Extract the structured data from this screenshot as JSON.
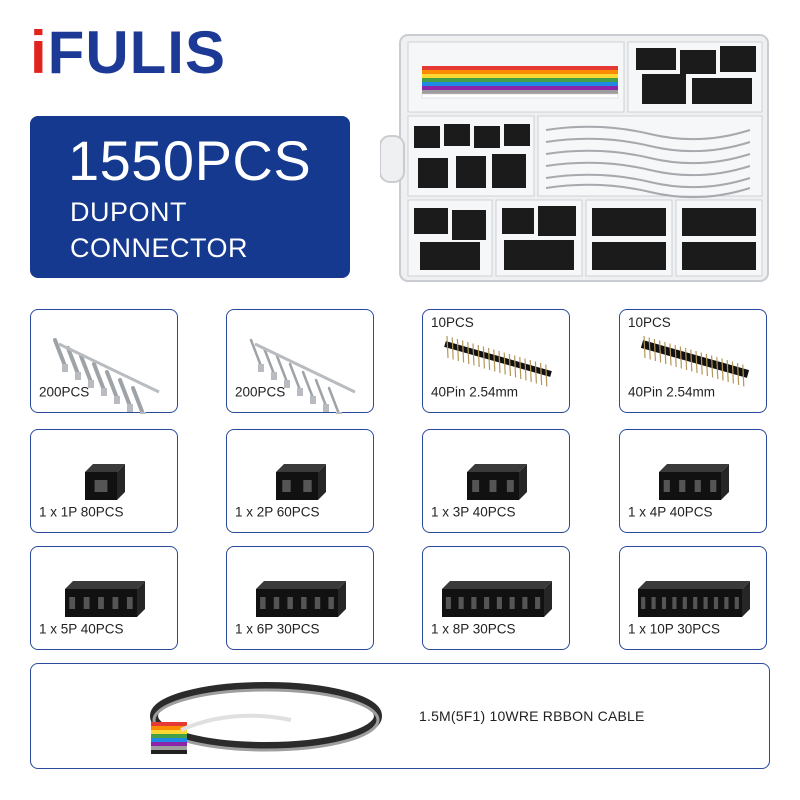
{
  "brand": {
    "logo_text_prefix": "i",
    "logo_text_rest": "FULIS",
    "colors": {
      "blue": "#1c3a95",
      "red": "#e1231e",
      "banner": "#14398f"
    }
  },
  "banner": {
    "count": "1550PCS",
    "line1": "DUPONT",
    "line2": "CONNECTOR"
  },
  "items": [
    {
      "top_label": "",
      "bottom_label": "200PCS",
      "icon": "female-crimp-pins-icon"
    },
    {
      "top_label": "",
      "bottom_label": "200PCS",
      "icon": "male-crimp-pins-icon"
    },
    {
      "top_label": "10PCS",
      "bottom_label": "40Pin 2.54mm",
      "icon": "pin-header-icon"
    },
    {
      "top_label": "10PCS",
      "bottom_label": "40Pin 2.54mm",
      "icon": "pin-header-icon"
    },
    {
      "top_label": "",
      "bottom_label": "1 x 1P 80PCS",
      "icon": "housing-1p-icon"
    },
    {
      "top_label": "",
      "bottom_label": "1 x 2P 60PCS",
      "icon": "housing-2p-icon"
    },
    {
      "top_label": "",
      "bottom_label": "1 x 3P 40PCS",
      "icon": "housing-3p-icon"
    },
    {
      "top_label": "",
      "bottom_label": "1 x 4P 40PCS",
      "icon": "housing-4p-icon"
    },
    {
      "top_label": "",
      "bottom_label": "1 x 5P 40PCS",
      "icon": "housing-5p-icon"
    },
    {
      "top_label": "",
      "bottom_label": "1 x 6P 30PCS",
      "icon": "housing-6p-icon"
    },
    {
      "top_label": "",
      "bottom_label": "1 x 8P 30PCS",
      "icon": "housing-8p-icon"
    },
    {
      "top_label": "",
      "bottom_label": "1 x 10P 30PCS",
      "icon": "housing-10p-icon"
    }
  ],
  "cable": {
    "label": "1.5M(5F1) 10WRE RBBON CABLE",
    "icon": "rainbow-ribbon-cable-icon"
  }
}
